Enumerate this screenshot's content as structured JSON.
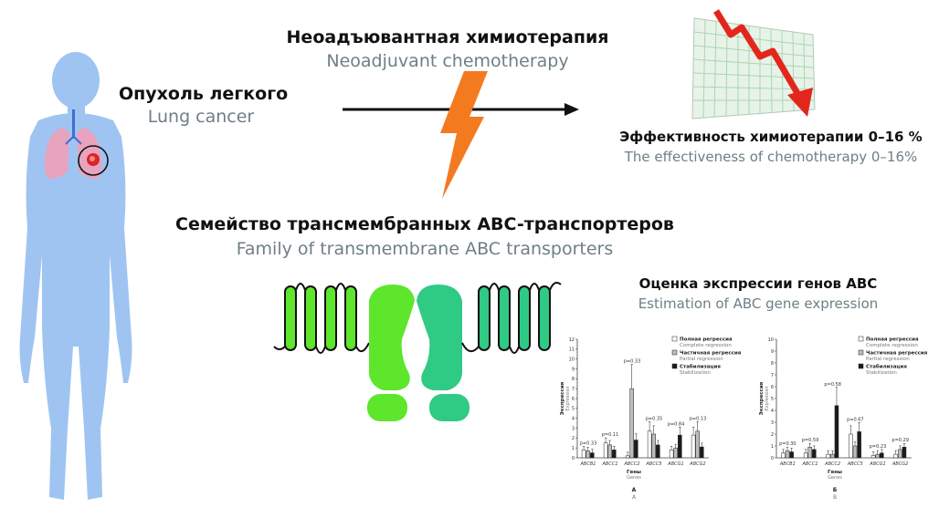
{
  "patient": {
    "ru": "Опухоль легкого",
    "en": "Lung cancer"
  },
  "chemo": {
    "ru": "Неоадъювантная химиотерапия",
    "en": "Neoadjuvant chemotherapy"
  },
  "effectiveness": {
    "ru": "Эффективность химиотерапии 0–16 %",
    "en": "The effectiveness of chemotherapy 0–16%"
  },
  "transporters": {
    "ru": "Семейство трансмембранных ABC-транспортеров",
    "en": "Family of transmembrane ABC transporters"
  },
  "expression": {
    "ru": "Оценка экспрессии генов ABC",
    "en": "Estimation of ABC gene expression"
  },
  "colors": {
    "body": "#9fc4f2",
    "lungs": "#e8a3bf",
    "bolt": "#f47a20",
    "arrow_red": "#e3261c",
    "transporter_left": "#5de62c",
    "transporter_right": "#2fca84"
  },
  "chart_data": [
    {
      "type": "bar",
      "panel": {
        "ru": "А",
        "en": "A"
      },
      "ylabel": {
        "ru": "Экспрессия",
        "en": "Expression"
      },
      "xlabel": {
        "ru": "Гены",
        "en": "Genes"
      },
      "ylim": [
        0,
        12
      ],
      "yticks": [
        "0",
        "1",
        "2",
        "3",
        "4",
        "5",
        "6",
        "7",
        "8",
        "9",
        "10",
        "11",
        "12"
      ],
      "categories": [
        "ABCB1",
        "ABCC1",
        "ABCC2",
        "ABCC5",
        "ABCG1",
        "ABCG2"
      ],
      "pvalues": [
        "p=0.33",
        "p=0.11",
        "p=0.33",
        "p=0.35",
        "p=0.84",
        "p=0.13"
      ],
      "series": [
        {
          "name": "Полная регрессия",
          "name_en": "Complete regression",
          "values": [
            0.8,
            1.5,
            0.2,
            2.7,
            0.8,
            2.3
          ]
        },
        {
          "name": "Частичная регрессия",
          "name_en": "Partial regression",
          "values": [
            0.7,
            1.3,
            7.0,
            2.4,
            1.0,
            2.7
          ]
        },
        {
          "name": "Стабилизация",
          "name_en": "Stabilization",
          "values": [
            0.5,
            0.8,
            1.8,
            1.3,
            2.3,
            1.1
          ]
        }
      ]
    },
    {
      "type": "bar",
      "panel": {
        "ru": "Б",
        "en": "B"
      },
      "ylabel": {
        "ru": "Экспрессия",
        "en": "Expression"
      },
      "xlabel": {
        "ru": "Гены",
        "en": "Genes"
      },
      "ylim": [
        0,
        10
      ],
      "yticks": [
        "0",
        "1",
        "2",
        "3",
        "4",
        "5",
        "6",
        "7",
        "8",
        "9",
        "10"
      ],
      "categories": [
        "ABCB1",
        "ABCC1",
        "ABCC2",
        "ABCC5",
        "ABCG1",
        "ABCG2"
      ],
      "pvalues": [
        "p=0.30",
        "p=0.59",
        "p=0.58",
        "p=0.67",
        "p=0.23",
        "p=0.29"
      ],
      "series": [
        {
          "name": "Полная регрессия",
          "name_en": "Complete regression",
          "values": [
            0.4,
            0.4,
            0.3,
            2.0,
            0.2,
            0.3
          ]
        },
        {
          "name": "Частичная регрессия",
          "name_en": "Partial regression",
          "values": [
            0.6,
            0.9,
            0.3,
            1.0,
            0.3,
            0.7
          ]
        },
        {
          "name": "Стабилизация",
          "name_en": "Stabilization",
          "values": [
            0.5,
            0.7,
            4.4,
            2.2,
            0.4,
            0.9
          ]
        }
      ]
    }
  ]
}
